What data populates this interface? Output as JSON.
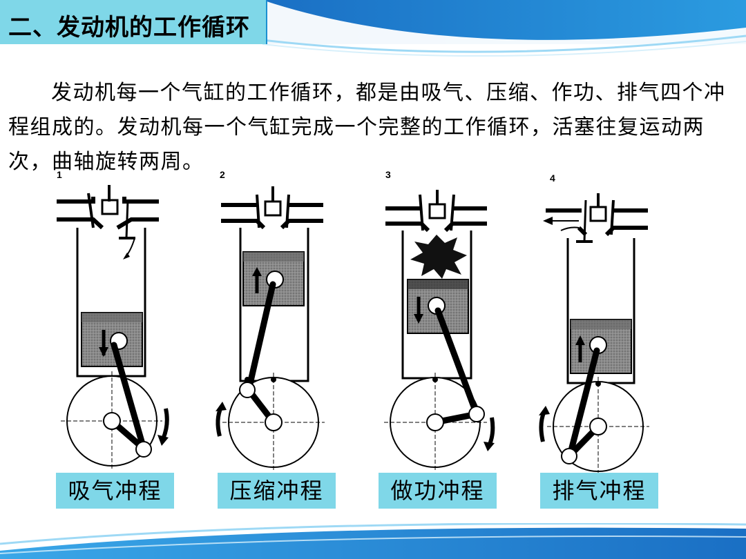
{
  "header": {
    "title": "二、发动机的工作循环"
  },
  "body": {
    "paragraph": "发动机每一个气缸的工作循环，都是由吸气、压缩、作功、排气四个冲程组成的。发动机每一个气缸完成一个完整的工作循环，活塞往复运动两次，曲轴旋转两周。"
  },
  "strokes": [
    {
      "number": "1",
      "label": "吸气冲程"
    },
    {
      "number": "2",
      "label": "压缩冲程"
    },
    {
      "number": "3",
      "label": "做功冲程"
    },
    {
      "number": "4",
      "label": "排气冲程"
    }
  ],
  "colors": {
    "title_bg": "#7fd7e8",
    "bar_blue": "#1a8fd1",
    "label_bg": "#7fd7e8"
  }
}
